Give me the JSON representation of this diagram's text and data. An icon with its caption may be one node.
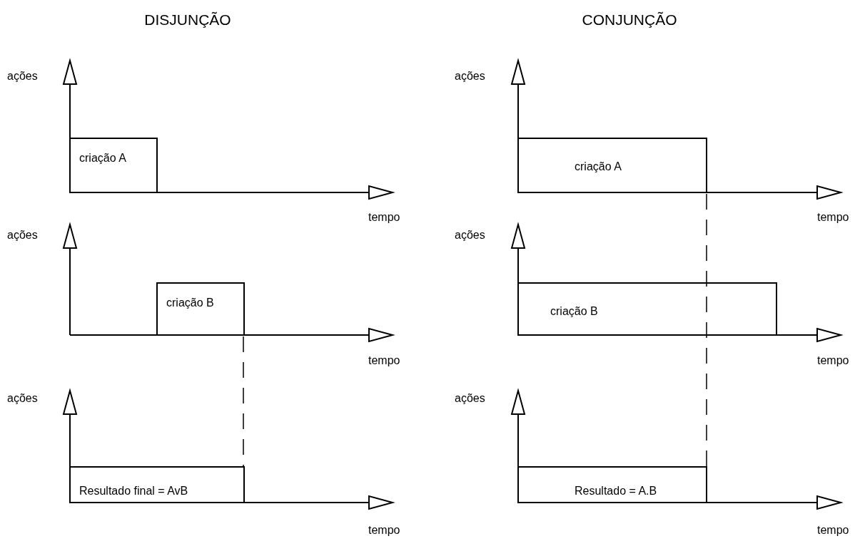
{
  "diagram": {
    "nodes": [
      {
        "text": [
          "criação A"
        ]
      },
      {
        "text": [
          "criação A"
        ]
      },
      {
        "text": [
          "criação B"
        ]
      },
      {
        "text": [
          "criação B"
        ]
      },
      {
        "text": [
          "Resultado final = AvB"
        ]
      },
      {
        "text": [
          "Resultado = A.B"
        ]
      }
    ],
    "labels": [
      "DISJUNÇÃO",
      "CONJUNÇÃO",
      "ações",
      "ações",
      "tempo",
      "tempo",
      "ações",
      "ações",
      "tempo",
      "tempo",
      "ações",
      "ações",
      "tempo",
      "tempo"
    ]
  }
}
